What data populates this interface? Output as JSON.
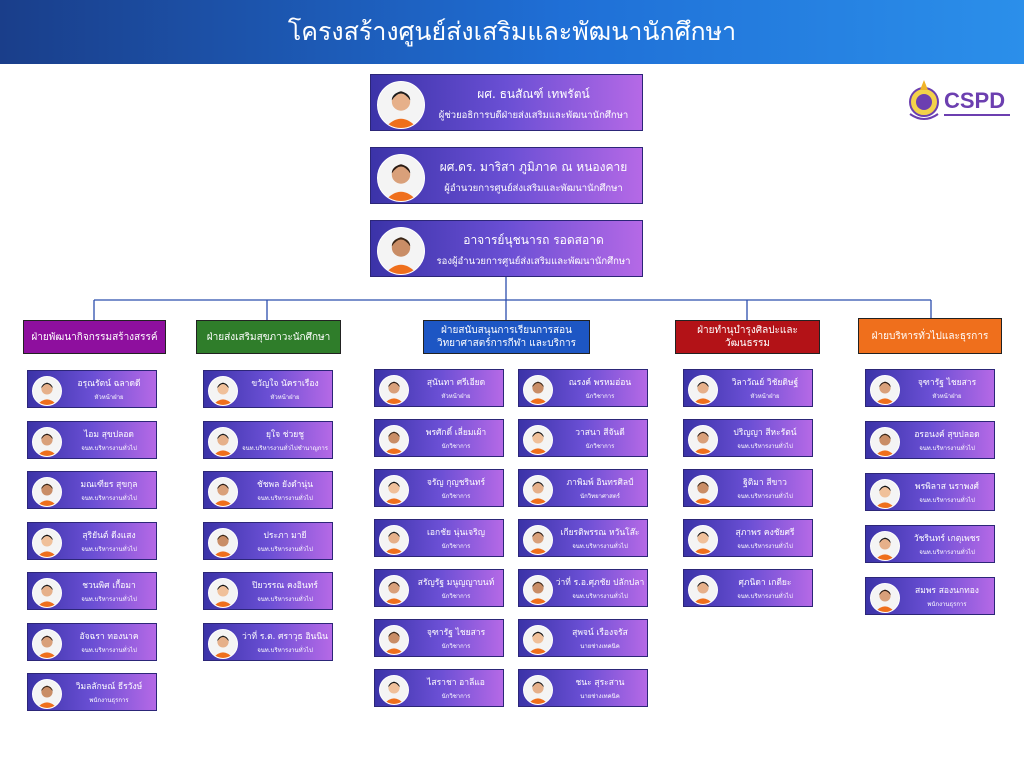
{
  "header": {
    "title": "โครงสร้างศูนย์ส่งเสริมและพัฒนานักศึกษา"
  },
  "leaders": [
    {
      "name": "ผศ. ธนสัณฑ์ เทพรัตน์",
      "role": "ผู้ช่วยอธิการบดีฝ่ายส่งเสริมและพัฒนานักศึกษา"
    },
    {
      "name": "ผศ.ดร. มาริสา ภูมิภาค ณ หนองคาย",
      "role": "ผู้อำนวยการศูนย์ส่งเสริมและพัฒนานักศึกษา"
    },
    {
      "name": "อาจารย์นุชนารถ รอดสอาด",
      "role": "รองผู้อำนวยการศูนย์ส่งเสริมและพัฒนานักศึกษา"
    }
  ],
  "departments": [
    {
      "label": "ฝ่ายพัฒนากิจกรรมสร้างสรรค์",
      "color": "#8e0f9e",
      "members": [
        {
          "name": "อรุณรัตน์ ฉลาดดี",
          "role": "หัวหน้าฝ่าย"
        },
        {
          "name": "ไอม สุขปลอด",
          "role": "จนท.บริหารงานทั่วไป"
        },
        {
          "name": "มณเฑียร สุขกุล",
          "role": "จนท.บริหารงานทั่วไป"
        },
        {
          "name": "สุริยันต์ ดีงแสง",
          "role": "จนท.บริหารงานทั่วไป"
        },
        {
          "name": "ชวนพิศ เกื้อมา",
          "role": "จนท.บริหารงานทั่วไป"
        },
        {
          "name": "อัจฉรา ทองนาค",
          "role": "จนท.บริหารงานทั่วไป"
        },
        {
          "name": "วิมลลักษณ์ ธีรวังษ์",
          "role": "พนักงานธุรการ"
        }
      ]
    },
    {
      "label": "ฝ่ายส่งเสริมสุขภาวะนักศึกษา",
      "color": "#2f7d2a",
      "members": [
        {
          "name": "ขวัญใจ นัคราเรือง",
          "role": "หัวหน้าฝ่าย"
        },
        {
          "name": "ยุใจ ช่วยชู",
          "role": "จนท.บริหารงานทั่วไปชำนาญการ"
        },
        {
          "name": "ชัชพล ยังดำนุ่น",
          "role": "จนท.บริหารงานทั่วไป"
        },
        {
          "name": "ประภา มายี",
          "role": "จนท.บริหารงานทั่วไป"
        },
        {
          "name": "ปิยวรรณ คงอินทร์",
          "role": "จนท.บริหารงานทั่วไป"
        },
        {
          "name": "ว่าที่ ร.ต. ศราวุธ อินนิน",
          "role": "จนท.บริหารงานทั่วไป"
        }
      ]
    },
    {
      "label": "ฝ่ายสนับสนุนการเรียนการสอน วิทยาศาสตร์การกีฬา และบริการ",
      "color": "#1d56c4",
      "col1": [
        {
          "name": "สุนันทา ศรีเอียด",
          "role": "หัวหน้าฝ่าย"
        },
        {
          "name": "พรศักดิ์ เลี่ยมเผ้า",
          "role": "นักวิชาการ"
        },
        {
          "name": "จรัญ กุญชรินทร์",
          "role": "นักวิชาการ"
        },
        {
          "name": "เอกชัย นุ่นเจริญ",
          "role": "นักวิชาการ"
        },
        {
          "name": "สรัญรัฐ มนูญญาบนท์",
          "role": "นักวิชาการ"
        },
        {
          "name": "จุฑารัฐ ไชยสาร",
          "role": "นักวิชาการ"
        },
        {
          "name": "ไสราชา อาลีแอ",
          "role": "นักวิชาการ"
        }
      ],
      "col2": [
        {
          "name": "ณรงค์ พรหมอ่อน",
          "role": "นักวิชาการ"
        },
        {
          "name": "วาสนา สีจันดี",
          "role": "นักวิชาการ"
        },
        {
          "name": "ภาพิมพ์ อินทรศิลป์",
          "role": "นักวิทยาศาสตร์"
        },
        {
          "name": "เกียรติพรรณ หวันโส๊ะ",
          "role": "จนท.บริหารงานทั่วไป"
        },
        {
          "name": "ว่าที่ ร.อ.ศุภชัย ปลักปลา",
          "role": "จนท.บริหารงานทั่วไป"
        },
        {
          "name": "สุพจน์ เรืองจรัส",
          "role": "นายช่างเทคนิค"
        },
        {
          "name": "ชนะ สุระสาน",
          "role": "นายช่างเทคนิค"
        }
      ]
    },
    {
      "label": "ฝ่ายทำนุบำรุงศิลปะและวัฒนธรรม",
      "color": "#b31217",
      "members": [
        {
          "name": "วิลาวัณย์ วิชัยดิษฐ์",
          "role": "หัวหน้าฝ่าย"
        },
        {
          "name": "ปริญญา สีหะรัตน์",
          "role": "จนท.บริหารงานทั่วไป"
        },
        {
          "name": "ฐิติมา สีขาว",
          "role": "จนท.บริหารงานทั่วไป"
        },
        {
          "name": "สุภาพร คงชัยศรี",
          "role": "จนท.บริหารงานทั่วไป"
        },
        {
          "name": "ศุภนิดา เกตียะ",
          "role": "จนท.บริหารงานทั่วไป"
        }
      ]
    },
    {
      "label": "ฝ่ายบริหารทั่วไปและธุรการ",
      "color": "#ef6f1c",
      "members": [
        {
          "name": "จุฑารัฐ ไชยสาร",
          "role": "หัวหน้าฝ่าย"
        },
        {
          "name": "อรอนงค์ สุขปลอด",
          "role": "จนท.บริหารงานทั่วไป"
        },
        {
          "name": "พรพิลาส นราพงศ์",
          "role": "จนท.บริหารงานทั่วไป"
        },
        {
          "name": "วัชรินทร์ เกตุเพชร",
          "role": "จนท.บริหารงานทั่วไป"
        },
        {
          "name": "สมพร สองนกทอง",
          "role": "พนักงานธุรการ"
        }
      ]
    }
  ],
  "logo": {
    "text": "CSPD",
    "color": "#6c3fb0",
    "icon": "university-crest-icon"
  },
  "colors": {
    "card_start": "#3b33a8",
    "card_end": "#b569e6",
    "line": "#2c4fae",
    "shirt": "#ef6f1c"
  }
}
